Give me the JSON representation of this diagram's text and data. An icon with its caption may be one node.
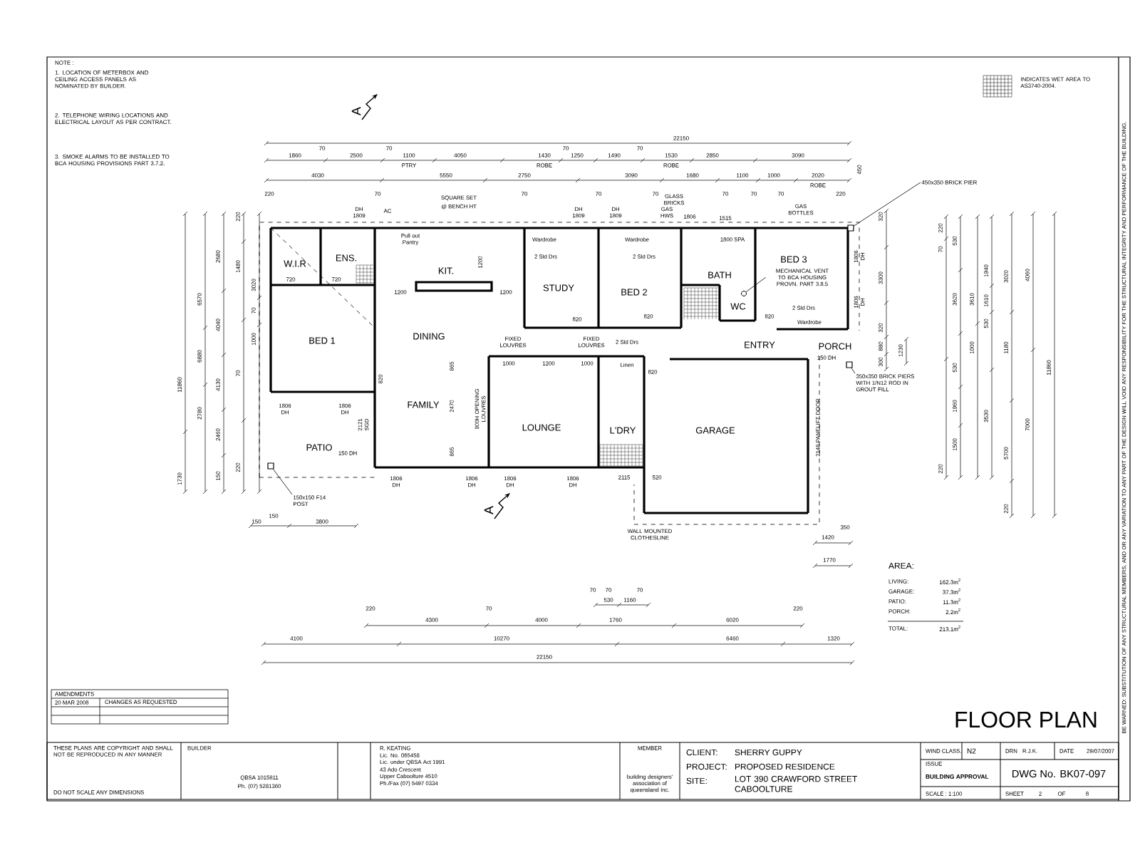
{
  "diagram": {
    "nodes": [
      {
        "text": [
          "450x350 BRICK PIER"
        ]
      },
      {
        "text": [],
        "shape": "box"
      },
      {
        "text": [
          "350x350 BRICK PIERS WITH 1/N12 ROD IN GROUT FILL"
        ]
      },
      {
        "text": [],
        "shape": "box"
      },
      {
        "text": [
          "150x150 F14 POST"
        ]
      },
      {
        "text": [],
        "shape": "box"
      },
      {
        "text": [
          "MECHANICAL VENT TO BCA HOUSING PROVN. PART 3.8.5"
        ]
      },
      {
        "text": [],
        "shape": "circle"
      }
    ],
    "edges": [
      {
        "from": 0,
        "to": 1,
        "arrow": "none"
      },
      {
        "from": 2,
        "to": 3,
        "arrow": "none"
      },
      {
        "from": 4,
        "to": 5,
        "arrow": "none"
      },
      {
        "from": 6,
        "to": 7,
        "arrow": "none"
      }
    ],
    "labels": [
      "NOTE :",
      "1. LOCATION OF METERBOX AND CEILING ACCESS PANELS AS NOMINATED BY BUILDER.",
      "2. TELEPHONE WIRING LOCATIONS AND ELECTRICAL LAYOUT AS PER CONTRACT.",
      "3. SMOKE ALARMS TO BE INSTALLED TO BCA HOUSING PROVISIONS PART 3.7.2.",
      "A",
      "A",
      "22150",
      "1860",
      "70",
      "2500",
      "70",
      "1100",
      "PTRY",
      "4050",
      "1430",
      "ROBE",
      "70",
      "1250",
      "1490",
      "70",
      "1530",
      "ROBE",
      "2850",
      "3090",
      "4030",
      "5550",
      "2750",
      "3090",
      "1680",
      "1100",
      "1000",
      "2020",
      "ROBE",
      "450",
      "220",
      "70",
      "70",
      "70",
      "70",
      "GLASS BRICKS",
      "70",
      "70",
      "70",
      "220",
      "DH 1809",
      "AC",
      "SQUARE SET",
      "@ BENCH HT",
      "DH 1809",
      "DH 1809",
      "GAS HWS",
      "1806",
      "1515",
      "GAS BOTTLES",
      "Pull out Pantry",
      "1200",
      "1200",
      "1200",
      "Wardrobe",
      "2 Sld Drs",
      "Wardrobe",
      "2 Sld Drs",
      "1800 SPA",
      "720",
      "720",
      "820",
      "820",
      "820",
      "2 Sld Drs",
      "Wardrobe",
      "820",
      "FIXED LOUVRES",
      "FIXED LOUVRES",
      "2 Sld Drs",
      "1000",
      "1200",
      "1000",
      "Linen",
      "820",
      "865",
      "2470",
      "865",
      "900H OPENING LOUVRES",
      "1806 DH",
      "1806 DH",
      "2121 SGD",
      "150 DH",
      "1806 DH",
      "1806 DH",
      "1806 DH",
      "1806 DH",
      "2115",
      "520",
      "150 DH",
      "2148 PANELIFT DOOR",
      "WALL MOUNTED CLOTHESLINE",
      "1806 DH",
      "1806 DH",
      "W.I.R",
      "ENS.",
      "KIT.",
      "STUDY",
      "BED 2",
      "BATH",
      "BED 3",
      "BED 1",
      "DINING",
      "FAMILY",
      "LOUNGE",
      "L'DRY",
      "WC",
      "ENTRY",
      "PORCH",
      "GARAGE",
      "PATIO",
      "150",
      "150",
      "3800",
      "1420",
      "350",
      "1770",
      "70",
      "70",
      "70",
      "530",
      "1160",
      "220",
      "4300",
      "70",
      "4000",
      "1760",
      "6020",
      "220",
      "4100",
      "10270",
      "6460",
      "1320",
      "22150",
      "320",
      "3300",
      "320",
      "880",
      "300",
      "1230",
      "220",
      "70",
      "530",
      "3620",
      "1940",
      "3610",
      "1610",
      "530",
      "1000",
      "530",
      "1960",
      "3530",
      "1500",
      "220",
      "3020",
      "1180",
      "5700",
      "4060",
      "7000",
      "11860",
      "220",
      "220",
      "2680",
      "1480",
      "3020",
      "70",
      "4040",
      "1000",
      "6880",
      "70",
      "4130",
      "6570",
      "11860",
      "2780",
      "2460",
      "150",
      "220",
      "1730",
      "AREA:",
      "LIVING:",
      "162.3m$^{2}$",
      "GARAGE:",
      "37.3m$^{2}$",
      "PATIO:",
      "11.3m$^{2}$",
      "PORCH:",
      "2.2m$^{2}$",
      "TOTAL:",
      "213.1m$^{2}$",
      "FLOOR PLAN",
      "AMENDMENTS",
      "20 MAR 2008",
      "CHANGES AS REQUESTED",
      "THESE PLANS ARE COPYRIGHT AND SHALL NOT BE REPRODUCED IN ANY MANNER",
      "DO NOT SCALE ANY DIMENSIONS",
      "BUILDER",
      "QBSA 1015811",
      "Ph. (07) 5281360",
      "R. KEATING",
      "Lic. No. 065458",
      "Lic. under QBSA Act 1991",
      "43 Ado Crescent",
      "Upper Caboolture 4510",
      "Ph./Fax (07) 5497 0334",
      "MEMBER",
      "building designers' association of queensland inc.",
      "CLIENT:",
      "SHERRY GUPPY",
      "PROJECT:",
      "PROPOSED RESIDENCE",
      "SITE:",
      "LOT 390 CRAWFORD STREET CABOOLTURE",
      "WIND CLASS.",
      "N2",
      "DRN",
      "R.J.K.",
      "DATE",
      "29/07/2007",
      "ISSUE",
      "BUILDING APPROVAL",
      "DWG No. BK07-097",
      "SCALE : 1:100",
      "SHEET",
      "2",
      "OF",
      "8",
      "BE WARNED: SUBSTITUTION OF ANY STRUCTURAL MEMBERS, AND OR ANY VARIATION TO ANY PART OF THE DESIGN WILL VOID ANY RESPONSIBILITY FOR THE STRUCTURAL INTEGRITY AND PERFORMANCE OF THE BUILDING."
    ],
    "legend": [
      {
        "text": "INDICATES WET AREA TO AS3740-2004."
      }
    ]
  }
}
